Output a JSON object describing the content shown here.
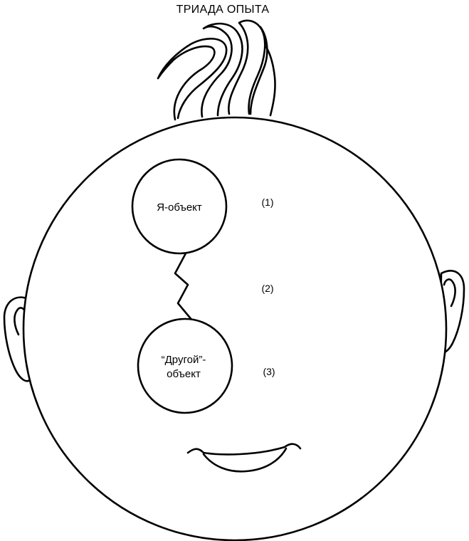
{
  "title": "ТРИАДА ОПЫТА",
  "nodes": {
    "self_object": {
      "label": "Я-объект"
    },
    "other_object": {
      "label_line1": "“Другой”-",
      "label_line2": "объект"
    }
  },
  "markers": {
    "m1": "(1)",
    "m2": "(2)",
    "m3": "(3)"
  },
  "colors": {
    "ink": "#000000",
    "background": "#ffffff"
  }
}
